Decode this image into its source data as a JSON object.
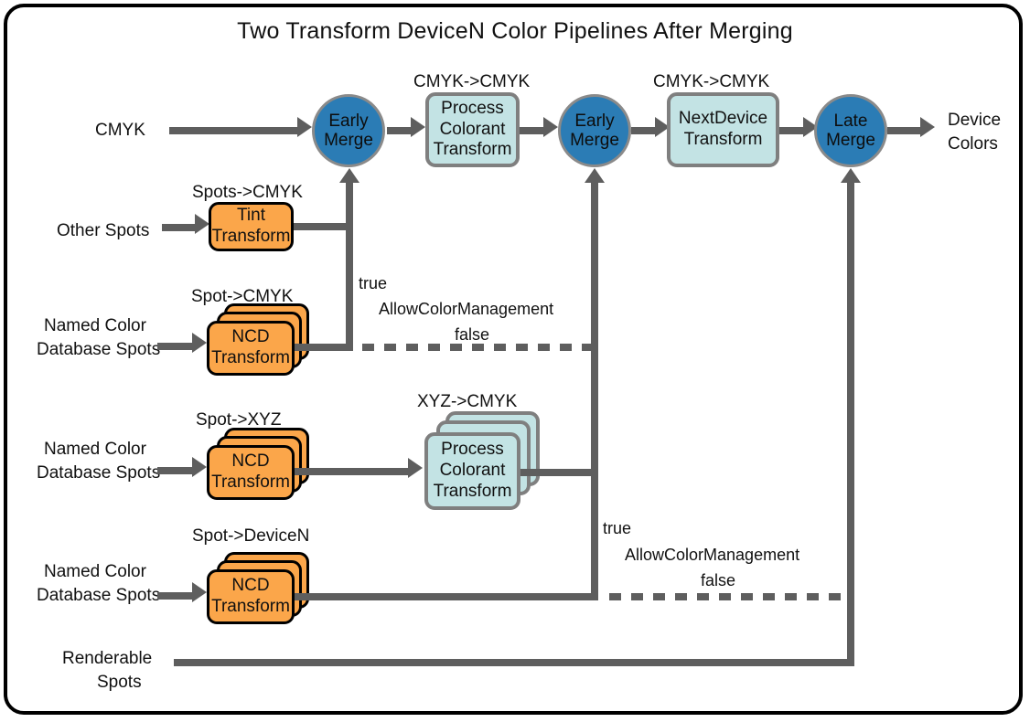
{
  "diagram": {
    "title": "Two Transform DeviceN Color Pipelines After Merging",
    "colors": {
      "merge_circle": "#2b7cb5",
      "process_box": "#c3e3e4",
      "transform_box": "#fba64a",
      "connector": "#5e5e5e",
      "frame": "#000000"
    }
  },
  "inputs": {
    "cmyk": "CMYK",
    "other_spots": "Other Spots",
    "named_1_line1": "Named Color",
    "named_1_line2": "Database Spots",
    "named_2_line1": "Named Color",
    "named_2_line2": "Database Spots",
    "named_3_line1": "Named Color",
    "named_3_line2": "Database Spots",
    "renderable_line1": "Renderable",
    "renderable_line2": "Spots"
  },
  "output": {
    "line1": "Device",
    "line2": "Colors"
  },
  "nodes": {
    "early_merge_1": {
      "line1": "Early",
      "line2": "Merge"
    },
    "early_merge_2": {
      "line1": "Early",
      "line2": "Merge"
    },
    "late_merge": {
      "line1": "Late",
      "line2": "Merge"
    },
    "process_colorant_top": {
      "line1": "Process",
      "line2": "Colorant",
      "line3": "Transform"
    },
    "next_device": {
      "line1": "NextDevice",
      "line2": "Transform"
    },
    "tint_transform": {
      "line1": "Tint",
      "line2": "Transform"
    },
    "ncd_1": {
      "line1": "NCD",
      "line2": "Transform"
    },
    "ncd_2": {
      "line1": "NCD",
      "line2": "Transform"
    },
    "ncd_3": {
      "line1": "NCD",
      "line2": "Transform"
    },
    "process_colorant_xyz": {
      "line1": "Process",
      "line2": "Colorant",
      "line3": "Transform"
    }
  },
  "captions": {
    "cmyk_to_cmyk_1": "CMYK->CMYK",
    "cmyk_to_cmyk_2": "CMYK->CMYK",
    "spots_to_cmyk": "Spots->CMYK",
    "spot_to_cmyk": "Spot->CMYK",
    "spot_to_xyz": "Spot->XYZ",
    "xyz_to_cmyk": "XYZ->CMYK",
    "spot_to_devicen": "Spot->DeviceN"
  },
  "decisions": {
    "d1": {
      "true_label": "true",
      "name": "AllowColorManagement",
      "false_label": "false"
    },
    "d2": {
      "true_label": "true",
      "name": "AllowColorManagement",
      "false_label": "false"
    }
  }
}
